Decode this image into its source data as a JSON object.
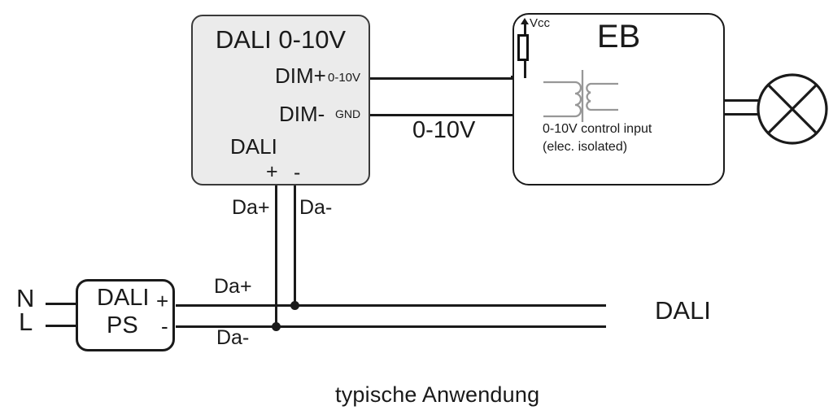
{
  "colors": {
    "ink": "#1a1a1a",
    "wire": "#1a1a1a",
    "converter-fill": "#ebebeb",
    "transformer": "#979797"
  },
  "converter": {
    "title": "DALI 0-10V",
    "dim_plus": "DIM+",
    "dim_plus_pin": "0-10V",
    "dim_minus": "DIM-",
    "dim_minus_pin": "GND",
    "bus_name": "DALI",
    "plus": "+",
    "minus": "-"
  },
  "eb": {
    "title": "EB",
    "vcc": "Vcc",
    "control_input_line1": "0-10V control input",
    "control_input_line2": "(elec. isolated)"
  },
  "ps": {
    "name_line1": "DALI",
    "name_line2": "PS",
    "plus": "+",
    "minus": "-",
    "mains_n": "N",
    "mains_l": "L"
  },
  "wire_labels": {
    "da_plus_drop": "Da+",
    "da_minus_drop": "Da-",
    "da_plus_bus": "Da+",
    "da_minus_bus": "Da-",
    "analog_link": "0-10V",
    "dali_bus": "DALI"
  },
  "caption": "typische Anwendung"
}
